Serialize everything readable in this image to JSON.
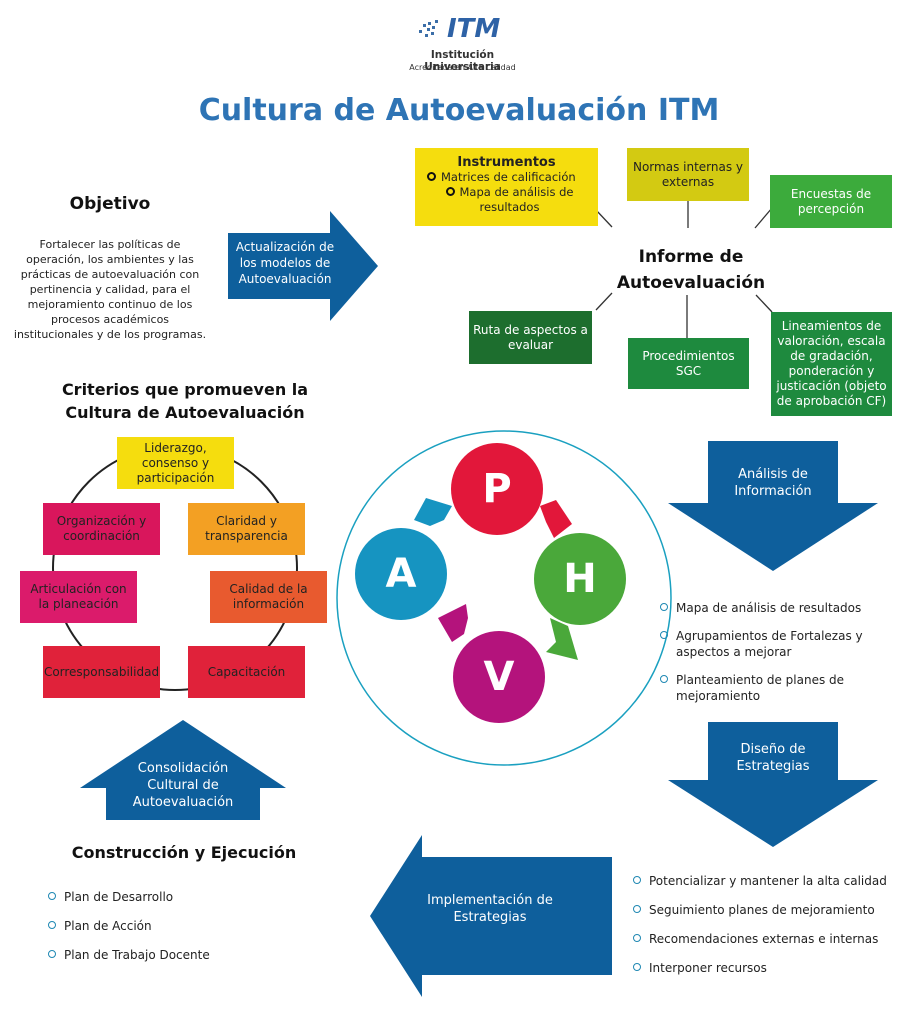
{
  "logo": {
    "brand": "ITM",
    "line1": "Institución Universitaria",
    "line2": "Acreditada en Alta Calidad"
  },
  "title": "Cultura de Autoevaluación ITM",
  "objetivo": {
    "heading": "Objetivo",
    "text": "Fortalecer las políticas de operación, los ambientes y las prácticas de autoevaluación con pertinencia y calidad, para el mejoramiento continuo de los procesos académicos institucionales y de los programas."
  },
  "actualizacion_arrow": "Actualización de los modelos de Autoevaluación",
  "informe": {
    "center": "Informe de Autoevaluación",
    "instrumentos_title": "Instrumentos",
    "instrumentos_items": [
      "Matrices de calificación",
      "Mapa de análisis de resultados"
    ],
    "normas": "Normas internas y externas",
    "encuestas": "Encuestas de percepción",
    "ruta": "Ruta de aspectos a evaluar",
    "procedimientos": "Procedimientos SGC",
    "lineamientos": "Lineamientos de valoración, escala de gradación, ponderación y justicación (objeto de aprobación CF)"
  },
  "criterios": {
    "heading": "Criterios que promueven la Cultura de Autoevaluación",
    "items": {
      "liderazgo": "Liderazgo, consenso y participación",
      "claridad": "Claridad y transparencia",
      "calidad": "Calidad de la información",
      "capacitacion": "Capacitación",
      "corresponsabilidad": "Corresponsabilidad",
      "articulacion": "Articulación con la planeación",
      "organizacion": "Organización y coordinación"
    }
  },
  "phva": {
    "p": "P",
    "h": "H",
    "v": "V",
    "a": "A"
  },
  "analisis_arrow": "Análisis de Información",
  "analisis_items": [
    "Mapa de análisis de resultados",
    "Agrupamientos de Fortalezas y aspectos a mejorar",
    "Planteamiento de planes de mejoramiento"
  ],
  "diseno_arrow": "Diseño de Estrategias",
  "estrategias_items": [
    "Potencializar y mantener la alta calidad",
    "Seguimiento planes de mejoramiento",
    "Recomendaciones externas e internas",
    "Interponer recursos"
  ],
  "implementacion_arrow": "Implementación de Estrategias",
  "consolidacion_arrow": "Consolidación Cultural de Autoevaluación",
  "construccion": {
    "heading": "Construcción y Ejecución",
    "items": [
      "Plan de Desarrollo",
      "Plan de Acción",
      "Plan de Trabajo Docente"
    ]
  },
  "colors": {
    "title_blue": "#2e74b5",
    "arrow_blue": "#0e5f9c",
    "yellow": "#f5dd0e",
    "olive": "#d3ca12",
    "green": "#3cab3c",
    "dark_green": "#1d6e2e",
    "mid_green": "#1e8a3e",
    "orange": "#f3a023",
    "orange_red": "#e85a2f",
    "red": "#e0223a",
    "magenta": "#d9165c",
    "pink": "#db1b6b",
    "p_red": "#e2173a",
    "h_green": "#4aa83a",
    "v_magenta": "#b4137c",
    "a_blue": "#1694c1"
  }
}
